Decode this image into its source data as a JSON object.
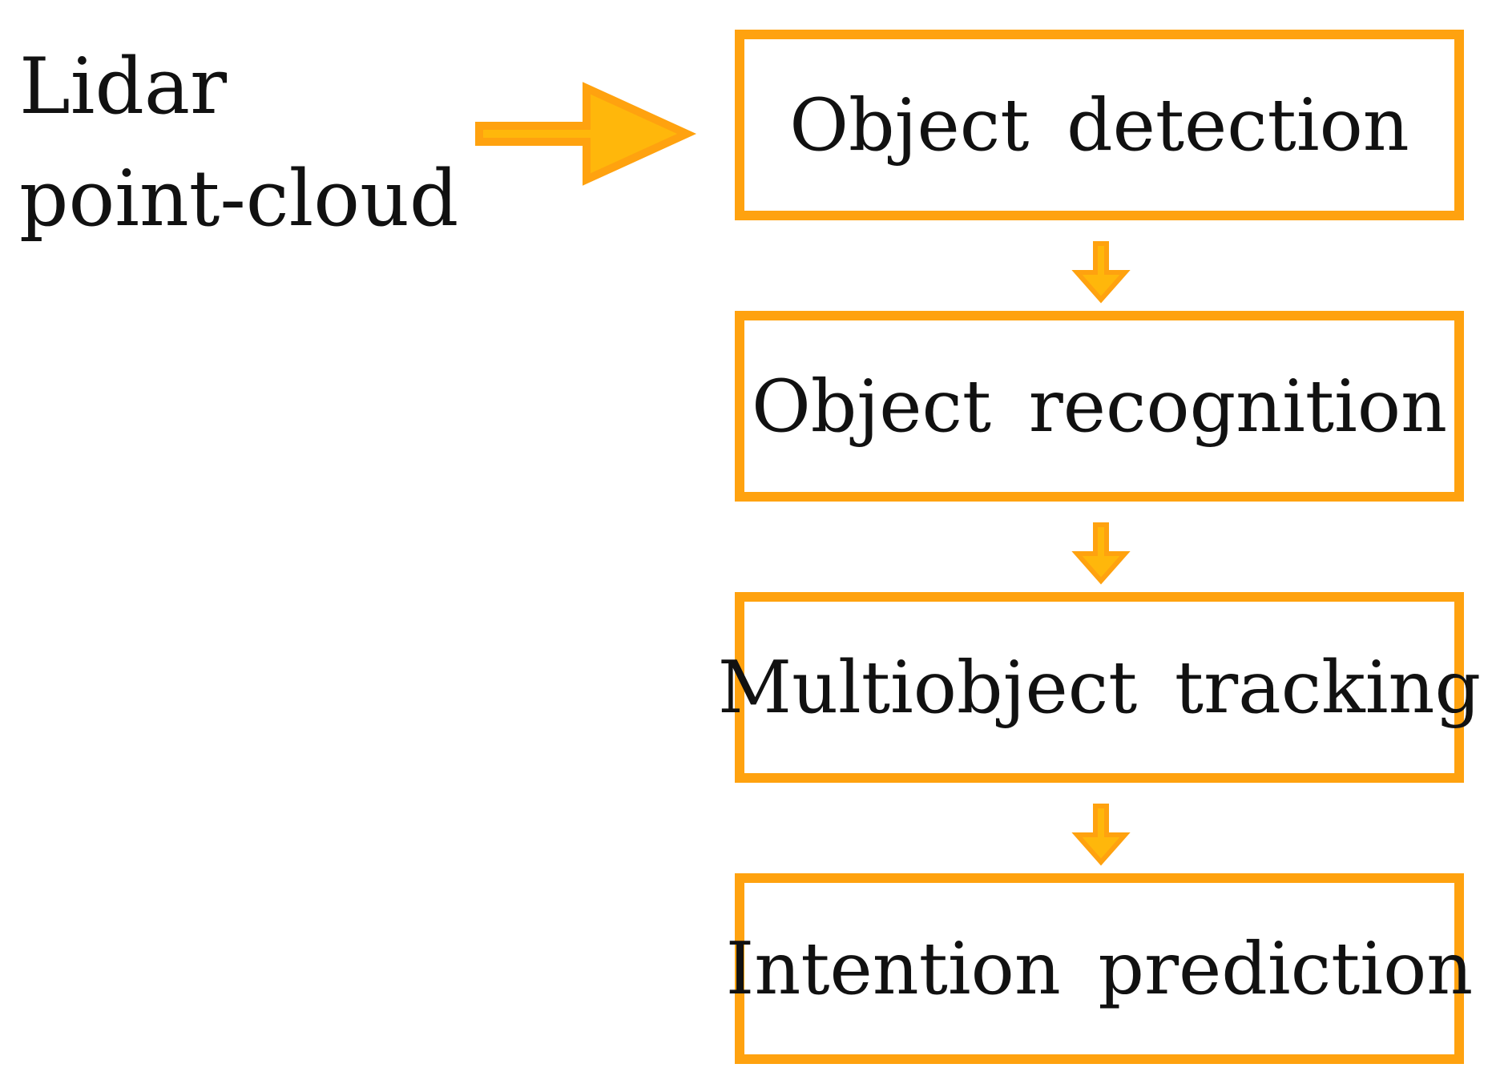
{
  "input": {
    "lines": [
      "Lidar",
      "point-cloud"
    ]
  },
  "stages": [
    {
      "label": "Object detection"
    },
    {
      "label": "Object recognition"
    },
    {
      "label": "Multiobject tracking"
    },
    {
      "label": "Intention prediction"
    }
  ],
  "colors": {
    "box_border": "#ffa20f",
    "arrow_fill": "#ffb70b",
    "arrow_stroke": "#ffa20f",
    "text": "#111111",
    "background": "#ffffff"
  }
}
